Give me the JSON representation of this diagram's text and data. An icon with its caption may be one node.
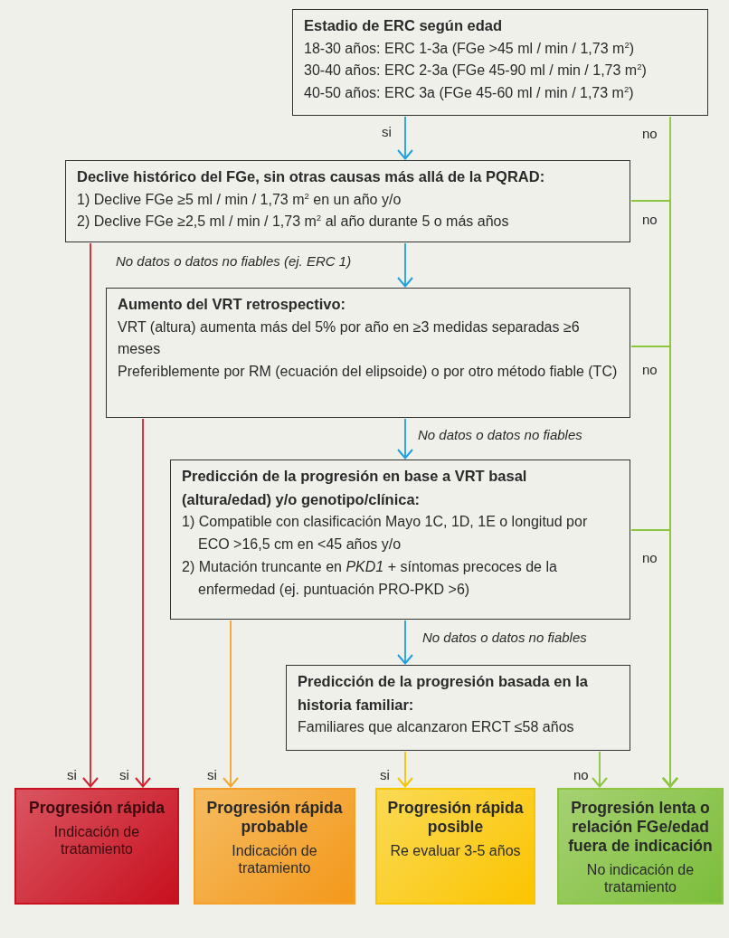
{
  "diagram": {
    "nodes": [
      {
        "text": [
          "Estadio de ERC según edad",
          "18-30 años: ERC 1-3a (FGe >45 ml / min / 1,73 m$^{2}$)",
          "30-40 años: ERC 2-3a (FGe 45-90 ml / min / 1,73 m$^{2}$)",
          "40-50 años: ERC 3a (FGe 45-60 ml / min / 1,73 m$^{2}$)"
        ]
      },
      {
        "text": [
          "Declive histórico del FGe, sin otras causas más allá de la PQRAD:",
          "1) Declive FGe ≥5 ml / min / 1,73 m$^{2}$ en un año y/o",
          "2) Declive FGe ≥2,5 ml / min / 1,73 m$^{2}$ al año durante 5 o más años"
        ]
      },
      {
        "text": [
          "Aumento del VRT retrospectivo:",
          "VRT (altura) aumenta más del 5% por año en ≥3 medidas separadas ≥6 meses",
          "Preferiblemente por RM (ecuación del elipsoide) o por otro método fiable (TC)"
        ]
      },
      {
        "text": [
          "Predicción de la progresión en base a VRT basal (altura/edad) y/o genotipo/clínica:",
          "1) Compatible con clasificación Mayo 1C, 1D, 1E o longitud por ECO >16,5 cm en <45 años y/o",
          "2) Mutación truncante en *PKD1* + síntomas precoces de la enfermedad (ej. puntuación PRO-PKD >6)"
        ]
      },
      {
        "text": [
          "Predicción de la progresión basada en la historia familiar:",
          "Familiares que alcanzaron ERCT ≤58 años"
        ]
      },
      {
        "text": [
          "Progresión rápida",
          "Indicación de tratamiento"
        ]
      },
      {
        "text": [
          "Progresión rápida probable",
          "Indicación de tratamiento"
        ]
      },
      {
        "text": [
          "Progresión rápida posible",
          "Re evaluar 3-5 años"
        ]
      },
      {
        "text": [
          "Progresión lenta o relación FGe/edad fuera de indicación",
          "No indicación de tratamiento"
        ]
      }
    ],
    "edges": [
      {
        "from": 0,
        "to": 1,
        "arrow": "to",
        "label": "si",
        "color": "#1e9fe0"
      },
      {
        "from": 1,
        "to": 2,
        "arrow": "to",
        "label": "No datos o datos no fiables (ej. ERC 1)",
        "color": "#1e9fe0"
      },
      {
        "from": 2,
        "to": 3,
        "arrow": "to",
        "label": "No datos o datos no fiables",
        "color": "#1e9fe0"
      },
      {
        "from": 3,
        "to": 4,
        "arrow": "to",
        "label": "No datos o datos no fiables",
        "color": "#1e9fe0"
      },
      {
        "from": 1,
        "to": 5,
        "arrow": "to",
        "label": "si",
        "color": "#d2202f"
      },
      {
        "from": 2,
        "to": 5,
        "arrow": "to",
        "label": "si",
        "color": "#d2202f"
      },
      {
        "from": 3,
        "to": 6,
        "arrow": "to",
        "label": "si",
        "color": "#f5a42a"
      },
      {
        "from": 4,
        "to": 7,
        "arrow": "to",
        "label": "si",
        "color": "#f7c400"
      },
      {
        "from": 4,
        "to": 8,
        "arrow": "to",
        "label": "no"
      },
      {
        "from": 0,
        "to": 8,
        "arrow": "to",
        "label": "no"
      },
      {
        "from": 1,
        "to": 8,
        "arrow": "to",
        "label": "no"
      },
      {
        "from": 2,
        "to": 8,
        "arrow": "to",
        "label": "no"
      },
      {
        "from": 3,
        "to": 8,
        "arrow": "to",
        "label": "no"
      }
    ]
  }
}
